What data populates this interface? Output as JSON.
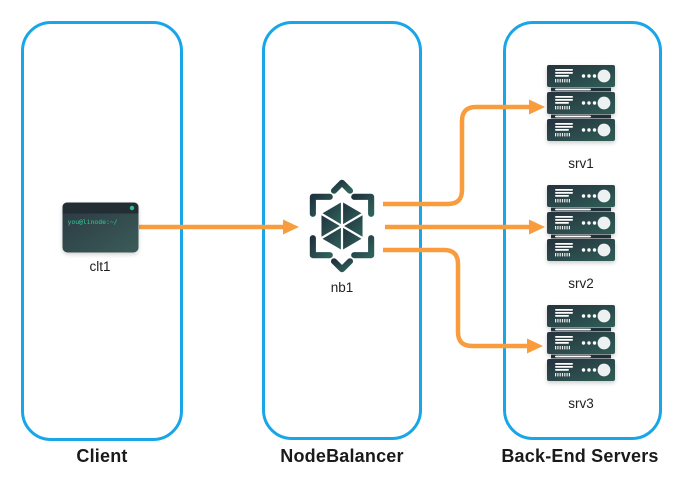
{
  "diagram": {
    "zones": [
      {
        "id": "client",
        "label": "Client"
      },
      {
        "id": "nodebalancer",
        "label": "NodeBalancer"
      },
      {
        "id": "backend",
        "label": "Back-End Servers"
      }
    ],
    "nodes": [
      {
        "id": "clt1",
        "label": "clt1",
        "type": "terminal-client",
        "zone": "client",
        "terminal_prompt": "you@linode:~/"
      },
      {
        "id": "nb1",
        "label": "nb1",
        "type": "nodebalancer",
        "zone": "nodebalancer"
      },
      {
        "id": "srv1",
        "label": "srv1",
        "type": "server-stack",
        "zone": "backend"
      },
      {
        "id": "srv2",
        "label": "srv2",
        "type": "server-stack",
        "zone": "backend"
      },
      {
        "id": "srv3",
        "label": "srv3",
        "type": "server-stack",
        "zone": "backend"
      }
    ],
    "edges": [
      {
        "from": "clt1",
        "to": "nb1"
      },
      {
        "from": "nb1",
        "to": "srv1"
      },
      {
        "from": "nb1",
        "to": "srv2"
      },
      {
        "from": "nb1",
        "to": "srv3"
      }
    ],
    "colors": {
      "zone_border": "#18A6E8",
      "arrow": "#F89C3E",
      "icon_dark": "#26323D",
      "icon_teal": "#2F5E57",
      "terminal_green": "#2EC08B",
      "label_text": "#1A1A1A"
    }
  }
}
